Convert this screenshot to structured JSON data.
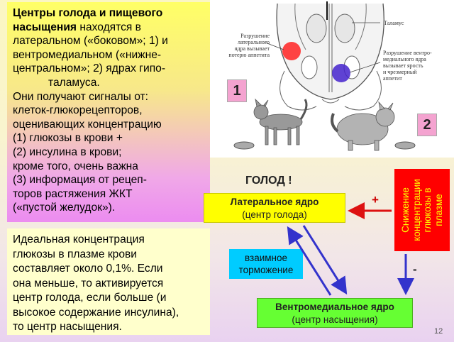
{
  "left_panel": {
    "heading": "Центры голода и пищевого насыщения",
    "line1_rest": " находятся в",
    "line2": "латеральном («боковом»; 1) и",
    "line3": "вентромедиальном («нижне-",
    "line4": "центральном»; 2) ядрах гипо-",
    "line5": "таламуса.",
    "line6": "Они получают сигналы от:",
    "line7": "клеток-глюкорецепторов,",
    "line8": "оценивающих концентрацию",
    "line9": "(1) глюкозы в крови +",
    "line10": "(2) инсулина в крови;",
    "line11": "кроме того, очень важна",
    "line12": "(3) информация от рецеп-",
    "line13": "торов растяжения ЖКТ",
    "line14": "(«пустой желудок»)."
  },
  "bottom_panel": {
    "line1": "Идеальная концентрация",
    "line2": "глюкозы в плазме крови",
    "line3": "составляет около 0,1%. Если",
    "line4": "она меньше, то активируется",
    "line5": "центр голода, если больше (и",
    "line6": "высокое содержание инсулина),",
    "line7": "то центр насыщения."
  },
  "figure": {
    "thalamus_label": "Таламус",
    "left_caption_1": "Разрушение",
    "left_caption_2": "латерального",
    "left_caption_3": "ядра вызывает",
    "left_caption_4": "потерю аппетита",
    "right_caption_1": "Разрушение вентро-",
    "right_caption_2": "медиального ядра",
    "right_caption_3": "вызывает ярость",
    "right_caption_4": "и чрезмерный",
    "right_caption_5": "аппетит",
    "badge_1": "1",
    "badge_2": "2"
  },
  "diagram": {
    "hunger_title": "ГОЛОД !",
    "lateral_title": "Латеральное ядро",
    "lateral_sub": "(центр голода)",
    "vm_title": "Вентромедиальное ядро",
    "vm_sub": "(центр насыщения)",
    "mutual_1": "взаимное",
    "mutual_2": "торможение",
    "glucose_1": "Снижение",
    "glucose_2": "концентрации",
    "glucose_3": "глюкозы в",
    "glucose_4": "плазме",
    "plus": "+",
    "minus": "-"
  },
  "page_number": "12",
  "colors": {
    "lateral_box": "#ffff00",
    "vm_box": "#66ff33",
    "mutual_box": "#00ccff",
    "glucose_box": "#ff0000",
    "arrow_blue": "#3333cc",
    "arrow_red": "#dd1111"
  }
}
